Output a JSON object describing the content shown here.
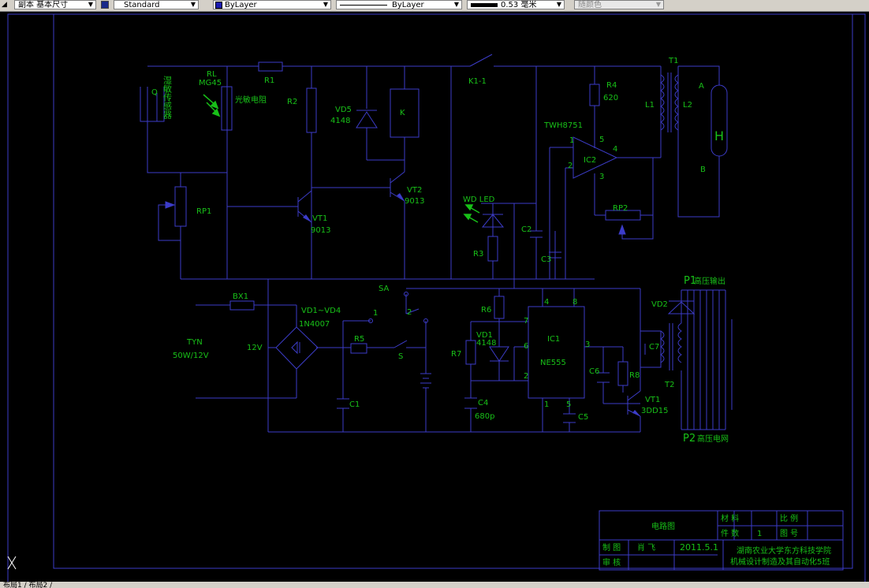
{
  "toolbar": {
    "dimstyle_value": "副本 基本尺寸",
    "textstyle_value": "Standard",
    "layer_value": "ByLayer",
    "linetype_value": "ByLayer",
    "lineweight_value": "0.53 毫米",
    "plotstyle_value": "随颜色"
  },
  "layout_tabs": "布局1 / 布局2 /",
  "colors": {
    "background": "#000000",
    "frame": "#3c3cc8",
    "wire": "#3c3cc8",
    "label": "#18c018",
    "led_arrow": "#18c018",
    "ucs": "#ffffff"
  },
  "schematic": {
    "labels": {
      "RL": "RL",
      "MG45": "MG45",
      "R1": "R1",
      "photoresistor": "光敏电阻",
      "R2": "R2",
      "VD5": "VD5",
      "VD5_val": "4148",
      "K": "K",
      "K1_1": "K1-1",
      "R4": "R4",
      "R4_val": "620",
      "T1": "T1",
      "L1": "L1",
      "L2": "L2",
      "A": "A",
      "H": "H",
      "B": "B",
      "TWH8751": "TWH8751",
      "IC2": "IC2",
      "ic2_p1": "1",
      "ic2_p2": "2",
      "ic2_p3": "3",
      "ic2_p4": "4",
      "ic2_p5": "5",
      "humidity_sensor": "湿敏传感器",
      "Q": "Q",
      "RP1": "RP1",
      "VT1": "VT1",
      "VT1_val": "9013",
      "VT2": "VT2",
      "VT2_val": "9013",
      "WD_LED": "WD LED",
      "R3": "R3",
      "C2": "C2",
      "C3": "C3",
      "RP2": "RP2",
      "P1": "P1",
      "P1_text": "高压输出",
      "VD2": "VD2",
      "SA": "SA",
      "BX1": "BX1",
      "VD1_VD4": "VD1~VD4",
      "VD1_VD4_val": "1N4007",
      "sw1": "1",
      "sw2": "2",
      "TYN": "TYN",
      "TYN_val": "50W/12V",
      "V12": "12V",
      "R5": "R5",
      "S": "S",
      "C1": "C1",
      "R6": "R6",
      "R7": "R7",
      "VD1": "VD1",
      "VD1_val": "4148",
      "C4": "C4",
      "C4_val": "680p",
      "IC1": "IC1",
      "NE555": "NE555",
      "ic1_p4": "4",
      "ic1_p8": "8",
      "ic1_p7": "7",
      "ic1_p6": "6",
      "ic1_p2": "2",
      "ic1_p3": "3",
      "ic1_p1": "1",
      "ic1_p5": "5",
      "C5": "C5",
      "C6": "C6",
      "R8": "R8",
      "C7": "C7",
      "T2": "T2",
      "VT1b": "VT1",
      "VT1b_val": "3DD15",
      "P2": "P2",
      "P2_text": "高压电网"
    }
  },
  "title_block": {
    "drawing_name": "电路图",
    "material_label": "材 料",
    "scale_label": "比 例",
    "count_label": "件 数",
    "count_value": "1",
    "drawing_no_label": "图 号",
    "drawn_label": "制 图",
    "drawn_name": "肖 飞",
    "date": "2011.5.1",
    "checked_label": "审 核",
    "org_line1": "湖南农业大学东方科技学院",
    "org_line2": "机械设计制造及其自动化5班"
  }
}
